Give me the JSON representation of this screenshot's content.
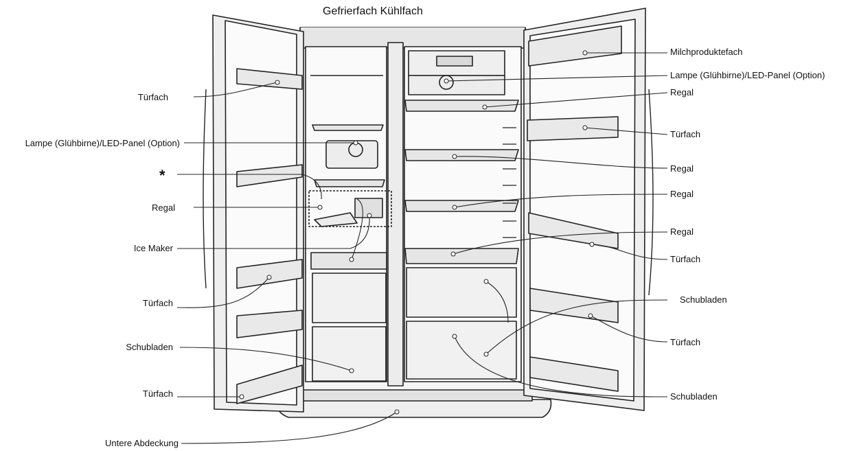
{
  "title": "Gefrierfach Kühlfach",
  "left_labels": [
    {
      "id": "tuerfach-1",
      "text": "Türfach"
    },
    {
      "id": "lampe-left",
      "text": "Lampe (Glühbirne)/LED-Panel (Option)"
    },
    {
      "id": "regal-left",
      "text": "Regal"
    },
    {
      "id": "ice-maker",
      "text": "Ice Maker"
    },
    {
      "id": "tuerfach-2",
      "text": "Türfach"
    },
    {
      "id": "schubladen-left",
      "text": "Schubladen"
    },
    {
      "id": "tuerfach-3",
      "text": "Türfach"
    },
    {
      "id": "untere-abdeckung",
      "text": "Untere Abdeckung"
    }
  ],
  "asterisk": "*",
  "right_labels": [
    {
      "id": "milchproduktefach",
      "text": "Milchproduktefach"
    },
    {
      "id": "lampe-right",
      "text": "Lampe (Glühbirne)/LED-Panel (Option)"
    },
    {
      "id": "regal-r1",
      "text": "Regal"
    },
    {
      "id": "tuerfach-r1",
      "text": "Türfach"
    },
    {
      "id": "regal-r2",
      "text": "Regal"
    },
    {
      "id": "regal-r3",
      "text": "Regal"
    },
    {
      "id": "regal-r4",
      "text": "Regal"
    },
    {
      "id": "tuerfach-r2",
      "text": "Türfach"
    },
    {
      "id": "schubladen-r1",
      "text": "Schubladen"
    },
    {
      "id": "tuerfach-r3",
      "text": "Türfach"
    },
    {
      "id": "schubladen-r2",
      "text": "Schubladen"
    }
  ]
}
